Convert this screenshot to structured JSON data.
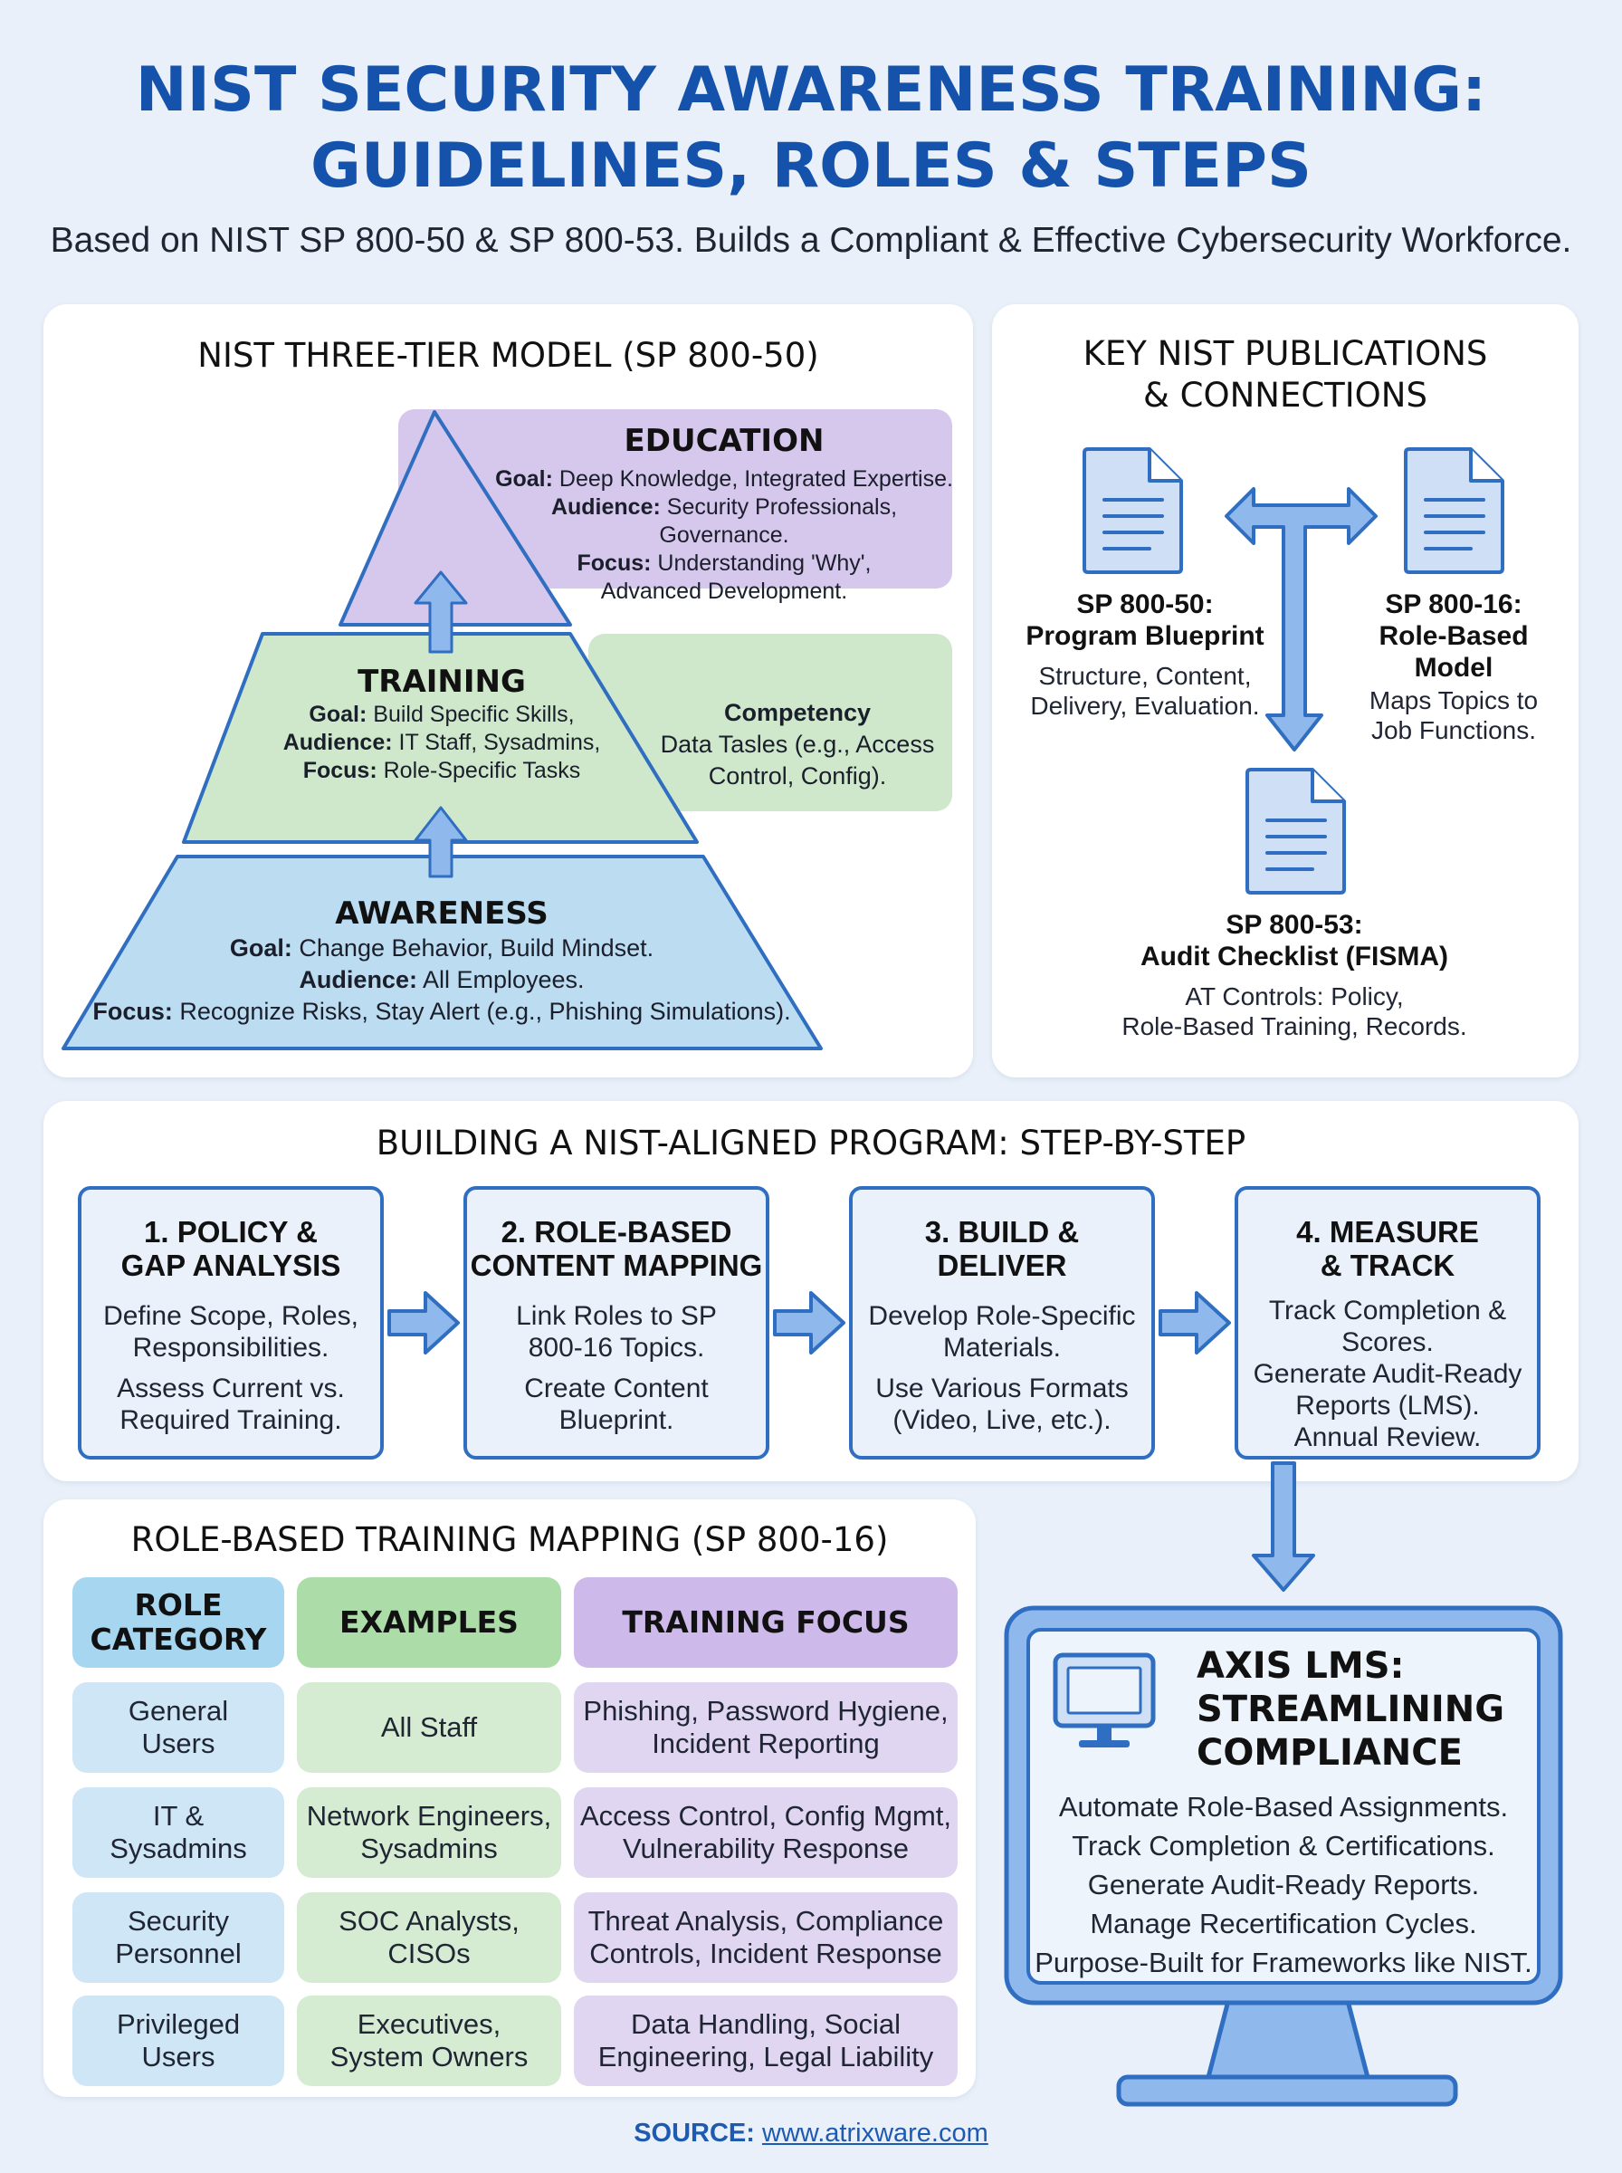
{
  "header": {
    "title_line1": "NIST SECURITY AWARENESS TRAINING:",
    "title_line2": "GUIDELINES, ROLES & STEPS",
    "subtitle": "Based on NIST SP 800-50 & SP 800-53. Builds a Compliant & Effective Cybersecurity Workforce."
  },
  "tiers": {
    "title": "NIST THREE-TIER MODEL (SP 800-50)",
    "education": {
      "name": "EDUCATION",
      "goal_label": "Goal:",
      "goal": "Deep Knowledge, Integrated Expertise.",
      "audience_label": "Audience:",
      "audience": "Security Professionals, Governance.",
      "focus_label": "Focus:",
      "focus": "Understanding 'Why',",
      "focus_line2": "Advanced Development."
    },
    "training": {
      "name": "TRAINING",
      "goal_label": "Goal:",
      "goal": "Build Specific Skills,",
      "audience_label": "Audience:",
      "audience": "IT Staff, Sysadmins,",
      "focus_label": "Focus:",
      "focus": "Role-Specific Tasks",
      "side_title": "Competency",
      "side_line1": "Data Tasles (e.g., Access",
      "side_line2": "Control, Config)."
    },
    "awareness": {
      "name": "AWARENESS",
      "goal_label": "Goal:",
      "goal": "Change Behavior, Build Mindset.",
      "audience_label": "Audience:",
      "audience": "All Employees.",
      "focus_label": "Focus:",
      "focus": "Recognize Risks, Stay Alert (e.g., Phishing Simulations)."
    }
  },
  "publications": {
    "title_line1": "KEY NIST PUBLICATIONS",
    "title_line2": "& CONNECTIONS",
    "sp50": {
      "title1": "SP 800-50:",
      "title2": "Program Blueprint",
      "desc1": "Structure, Content,",
      "desc2": "Delivery, Evaluation."
    },
    "sp16": {
      "title1": "SP 800-16:",
      "title2": "Role-Based",
      "title3": "Model",
      "desc1": "Maps Topics to",
      "desc2": "Job Functions."
    },
    "sp53": {
      "title1": "SP 800-53:",
      "title2": "Audit Checklist (FISMA)",
      "desc1": "AT Controls: Policy,",
      "desc2": "Role-Based Training, Records."
    }
  },
  "steps": {
    "title": "BUILDING A NIST-ALIGNED PROGRAM: STEP-BY-STEP",
    "items": [
      {
        "title1": "1. POLICY &",
        "title2": "GAP ANALYSIS",
        "a1": "Define Scope, Roles,",
        "a2": "Responsibilities.",
        "b1": "Assess Current vs.",
        "b2": "Required Training."
      },
      {
        "title1": "2. ROLE-BASED",
        "title2": "CONTENT MAPPING",
        "a1": "Link Roles to SP",
        "a2": "800-16 Topics.",
        "b1": "Create Content",
        "b2": "Blueprint."
      },
      {
        "title1": "3. BUILD &",
        "title2": "DELIVER",
        "a1": "Develop Role-Specific",
        "a2": "Materials.",
        "b1": "Use Various Formats",
        "b2": "(Video, Live, etc.)."
      },
      {
        "title1": "4. MEASURE",
        "title2": "& TRACK",
        "a1": "Track Completion &",
        "a2": "Scores.",
        "b1": "Generate Audit-Ready",
        "b2": "Reports (LMS).",
        "c1": "Annual Review."
      }
    ]
  },
  "mapping": {
    "title": "ROLE-BASED TRAINING MAPPING (SP 800-16)",
    "headers": {
      "role1": "ROLE",
      "role2": "CATEGORY",
      "examples": "EXAMPLES",
      "focus": "TRAINING FOCUS"
    },
    "rows": [
      {
        "role1": "General",
        "role2": "Users",
        "ex1": "All Staff",
        "ex2": "",
        "f1": "Phishing, Password Hygiene,",
        "f2": "Incident Reporting"
      },
      {
        "role1": "IT &",
        "role2": "Sysadmins",
        "ex1": "Network Engineers,",
        "ex2": "Sysadmins",
        "f1": "Access Control, Config Mgmt,",
        "f2": "Vulnerability Response"
      },
      {
        "role1": "Security",
        "role2": "Personnel",
        "ex1": "SOC Analysts,",
        "ex2": "CISOs",
        "f1": "Threat Analysis, Compliance",
        "f2": "Controls, Incident Response"
      },
      {
        "role1": "Privileged",
        "role2": "Users",
        "ex1": "Executives,",
        "ex2": "System Owners",
        "f1": "Data Handling, Social",
        "f2": "Engineering, Legal Liability"
      }
    ]
  },
  "lms": {
    "title1": "AXIS LMS:",
    "title2": "STREAMLINING",
    "title3": "COMPLIANCE",
    "lines": [
      "Automate Role-Based Assignments.",
      "Track Completion & Certifications.",
      "Generate Audit-Ready Reports.",
      "Manage Recertification Cycles.",
      "Purpose-Built for Frameworks like NIST."
    ]
  },
  "source": {
    "label": "SOURCE:",
    "url": "www.atrixware.com"
  },
  "colors": {
    "title_blue": "#1452ab",
    "stroke_blue": "#2f6ec0",
    "arrow_fill": "#8fb8ec",
    "education": "#d6c7ec",
    "training": "#cfe8cb",
    "awareness": "#bcdcf1"
  }
}
